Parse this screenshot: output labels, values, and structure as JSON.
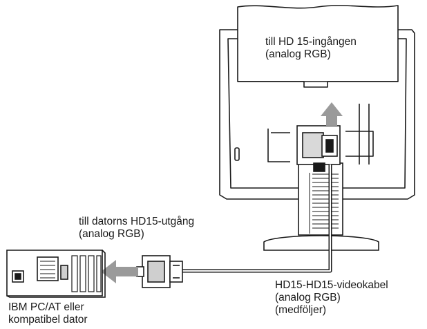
{
  "labels": {
    "monitor_input": {
      "line1": "till HD 15-ingången",
      "line2": "(analog RGB)"
    },
    "computer_output": {
      "line1": "till datorns HD15-utgång",
      "line2": "(analog RGB)"
    },
    "cable": {
      "line1": "HD15-HD15-videokabel",
      "line2": "(analog RGB)",
      "line3": "(medföljer)"
    },
    "computer": {
      "line1": "IBM PC/AT eller",
      "line2": "kompatibel dator"
    }
  },
  "colors": {
    "line": "#1a1a1a",
    "arrow": "#9a9a9a",
    "background": "#ffffff"
  }
}
